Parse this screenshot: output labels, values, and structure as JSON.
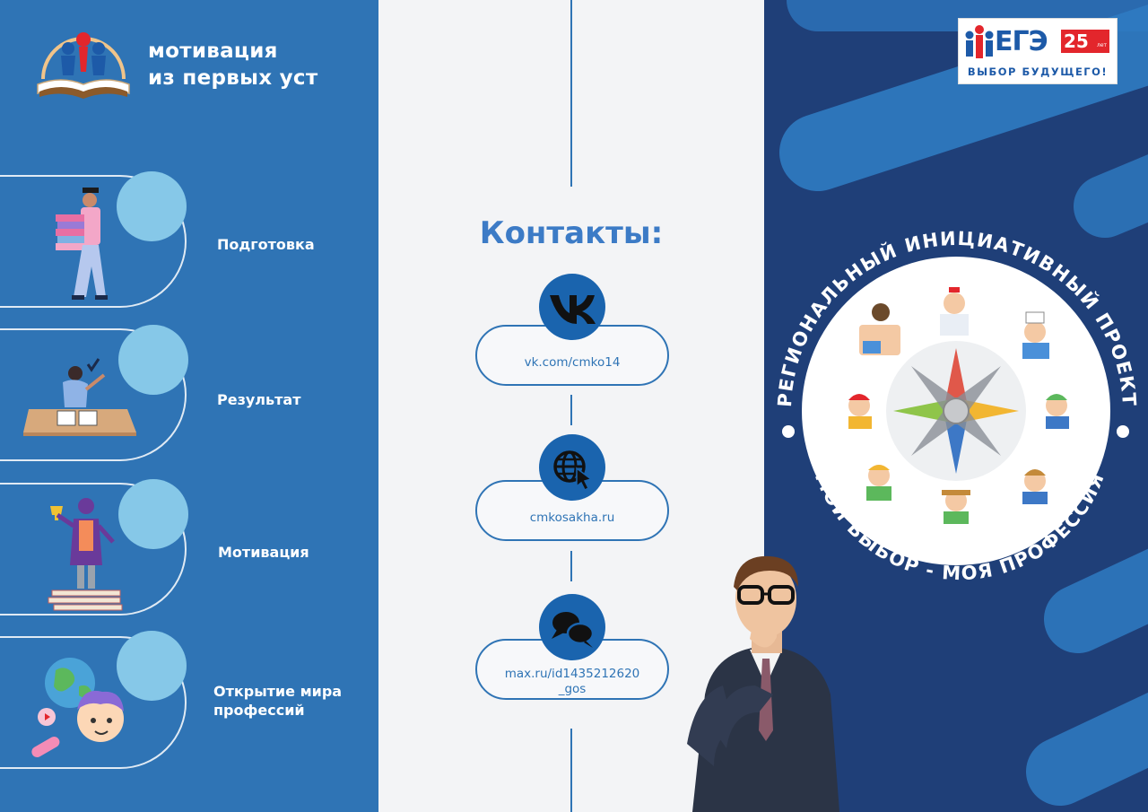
{
  "brand": {
    "line1": "мотивация",
    "line2": "из первых уст"
  },
  "cards": [
    {
      "label": "Подготовка"
    },
    {
      "label": "Результат"
    },
    {
      "label": "Мотивация"
    },
    {
      "label_line1": "Открытие мира",
      "label_line2": "профессий"
    }
  ],
  "contacts": {
    "title": "Контакты:",
    "items": [
      {
        "icon": "vk-icon",
        "text": "vk.com/cmko14"
      },
      {
        "icon": "globe-cursor-icon",
        "text": "cmkosakha.ru"
      },
      {
        "icon": "chat-bubbles-icon",
        "text_line1": "max.ru/id1435212620",
        "text_line2": "_gos"
      }
    ]
  },
  "ege_logo": {
    "top": "ЕГЭ",
    "badge": "25",
    "badge_small": "лет",
    "bottom": "ВЫБОР БУДУЩЕГО!"
  },
  "project": {
    "arc_top": "РЕГИОНАЛЬНЫЙ ИНИЦИАТИВНЫЙ ПРОЕКТ",
    "arc_bottom": "МОЙ ВЫБОР - МОЯ ПРОФЕССИЯ",
    "professions": [
      "programmer-icon",
      "nurse-icon",
      "chef-icon",
      "writer-icon",
      "mechanic-icon",
      "teacher-icon",
      "farmer-icon",
      "cashier-icon"
    ]
  },
  "colors": {
    "left_bg": "#2f74b5",
    "right_bg": "#1f3f78",
    "accent": "#3c7bc6",
    "light_blue": "#86c8e8"
  }
}
